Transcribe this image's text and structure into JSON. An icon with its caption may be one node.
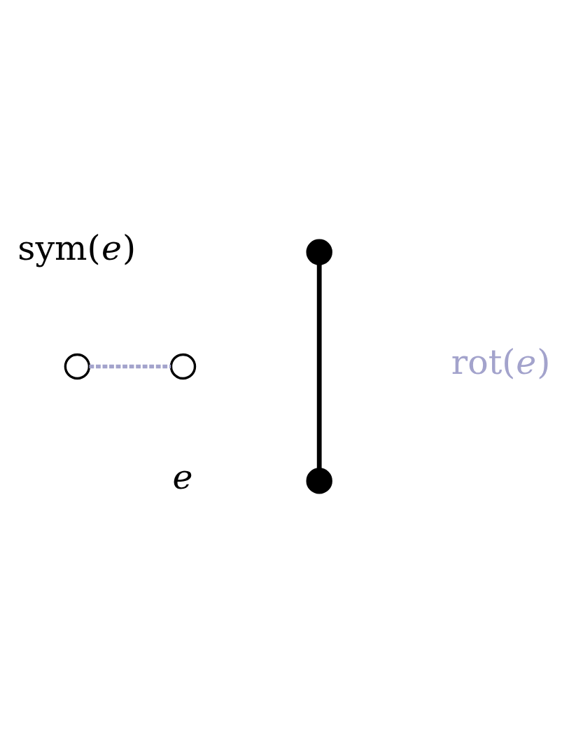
{
  "diagram": {
    "nodes": [
      {
        "text": [],
        "shape": "circle"
      },
      {
        "text": [],
        "shape": "circle"
      },
      {
        "text": [],
        "shape": "circle"
      },
      {
        "text": [],
        "shape": "circle"
      }
    ],
    "edges": [
      {
        "from": 0,
        "to": 1,
        "arrow": "none"
      },
      {
        "from": 2,
        "to": 3,
        "arrow": "none",
        "style": "dashed",
        "color": "#a3a3cc"
      }
    ],
    "labels": [
      "sym(*e*)",
      "rot(*e*)",
      "*e*"
    ]
  }
}
